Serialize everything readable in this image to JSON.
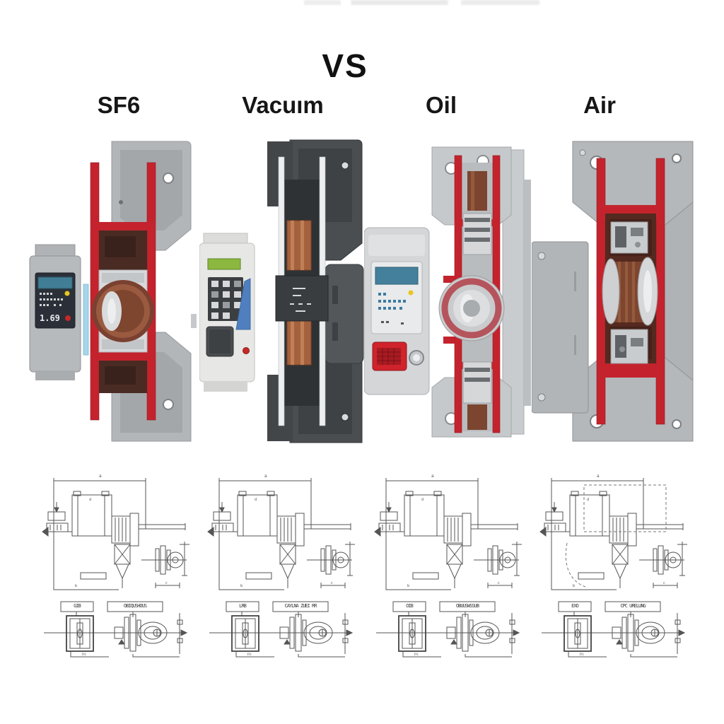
{
  "title": "VS",
  "columns": [
    {
      "label": "SF6"
    },
    {
      "label": "Vacuım"
    },
    {
      "label": "Oil"
    },
    {
      "label": "Air"
    }
  ],
  "breakers": {
    "sf6": {
      "display_reading": "1.69"
    },
    "vacuum": {},
    "oil": {},
    "air": {}
  },
  "schematics": {
    "row2": [
      {
        "left_label": "GIB",
        "right_label": "OBIQUSHOUS"
      },
      {
        "left_label": "LRB",
        "right_label": "CAYLNA ZUEI RR"
      },
      {
        "left_label": "OIB",
        "right_label": "OBUUSWSSUB"
      },
      {
        "left_label": "EXO",
        "right_label": "CPC URELUNG"
      }
    ]
  },
  "colors": {
    "cut_red": "#c4232d",
    "copper": "#8a4a33",
    "housing_gray": "#b5b8bb",
    "charcoal": "#4b4e51",
    "lcd_blue": "#44809b",
    "lcd_green": "#8cb83f",
    "indicator_yellow": "#e7c620",
    "indicator_red": "#c62828",
    "sky_blue": "#a6d6ea",
    "line_art": "#555555"
  }
}
